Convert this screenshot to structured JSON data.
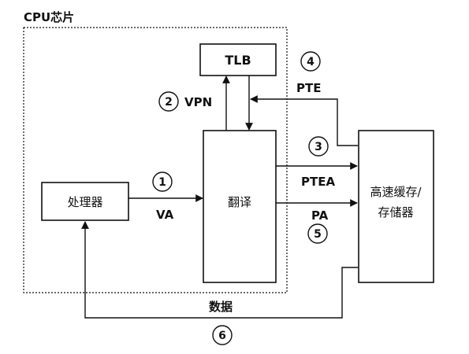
{
  "chip_label": "CPU芯片",
  "boxes": {
    "tlb": "TLB",
    "processor": "处理器",
    "translation": "翻译",
    "memory_line1": "高速缓存/",
    "memory_line2": "存储器"
  },
  "steps": [
    {
      "num": "1",
      "label": "VA"
    },
    {
      "num": "2",
      "label": "VPN"
    },
    {
      "num": "3",
      "label": "PTEA"
    },
    {
      "num": "4",
      "label": "PTE"
    },
    {
      "num": "5",
      "label": "PA"
    },
    {
      "num": "6",
      "label": "数据"
    }
  ]
}
